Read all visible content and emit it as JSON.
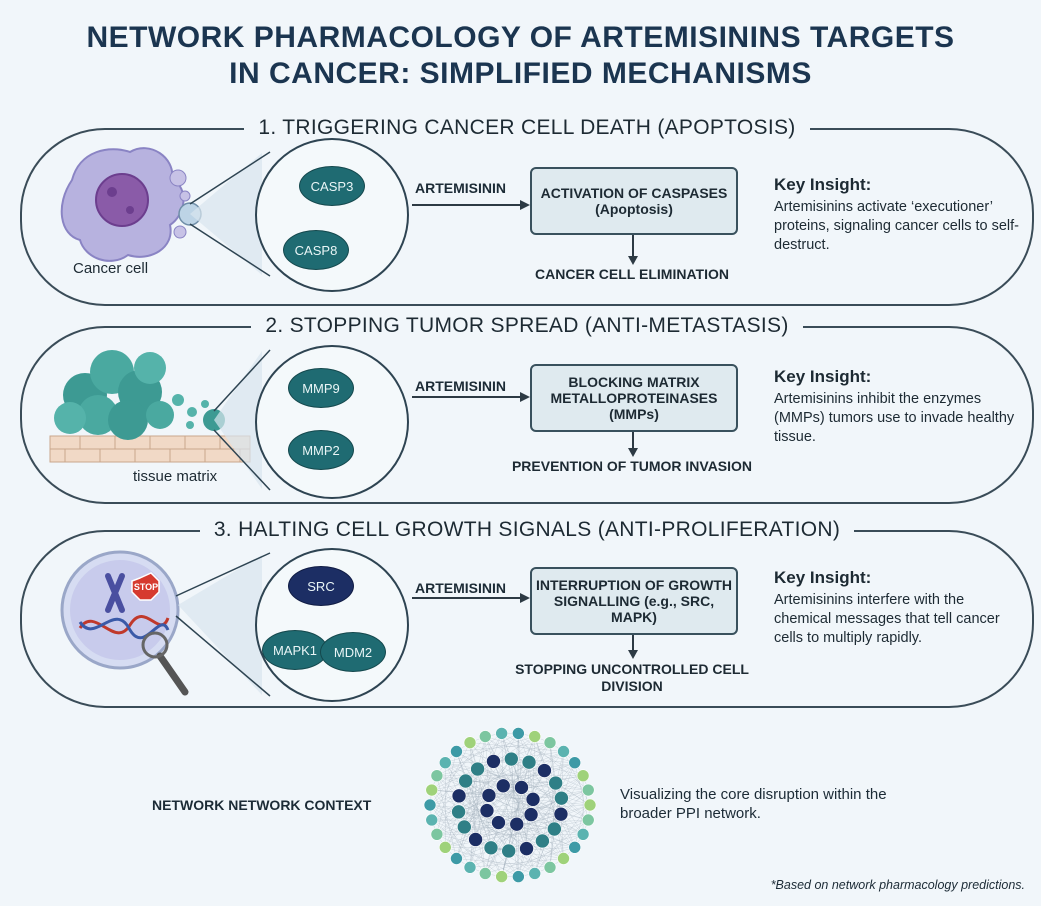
{
  "title": {
    "line1": "NETWORK PHARMACOLOGY OF ARTEMISININS TARGETS",
    "line2": "IN CANCER: SIMPLIFIED MECHANISMS"
  },
  "panels": [
    {
      "heading": "1. TRIGGERING CANCER CELL DEATH (APOPTOSIS)",
      "illustration_caption": "Cancer cell",
      "nodes": [
        "CASP3",
        "CASP8"
      ],
      "agent": "ARTEMISININ",
      "mechanism": "ACTIVATION OF CASPASES (Apoptosis)",
      "outcome": "CANCER CELL ELIMINATION",
      "insight_heading": "Key Insight:",
      "insight_text": "Artemisinins activate ‘executioner’ proteins, signaling cancer cells to self-destruct."
    },
    {
      "heading": "2. STOPPING TUMOR SPREAD (ANTI-METASTASIS)",
      "illustration_caption": "tissue matrix",
      "nodes": [
        "MMP9",
        "MMP2"
      ],
      "agent": "ARTEMISININ",
      "mechanism": "BLOCKING MATRIX METALLOPROTEINASES (MMPs)",
      "outcome": "PREVENTION OF TUMOR INVASION",
      "insight_heading": "Key Insight:",
      "insight_text": "Artemisinins inhibit the enzymes (MMPs) tumors use to invade healthy tissue."
    },
    {
      "heading": "3. HALTING CELL GROWTH SIGNALS (ANTI-PROLIFERATION)",
      "illustration_caption": "",
      "stop_sign": "STOP",
      "nodes": [
        "SRC",
        "MAPK1",
        "MDM2"
      ],
      "agent": "ARTEMISININ",
      "mechanism": "INTERRUPTION OF GROWTH SIGNALLING (e.g., SRC, MAPK)",
      "outcome": "STOPPING UNCONTROLLED CELL DIVISION",
      "insight_heading": "Key Insight:",
      "insight_text": "Artemisinins interfere with the chemical messages that tell cancer cells to multiply rapidly."
    }
  ],
  "network": {
    "label": "NETWORK NETWORK CONTEXT",
    "caption": "Visualizing the core disruption within the broader PPI network."
  },
  "footnote": "*Based on network pharmacology predictions.",
  "colors": {
    "background": "#f1f6fa",
    "title": "#1b3550",
    "node_teal": "#1f6b72",
    "node_navy": "#1c2e64",
    "link": "#2ed0c8",
    "outline": "#3a4c58"
  }
}
